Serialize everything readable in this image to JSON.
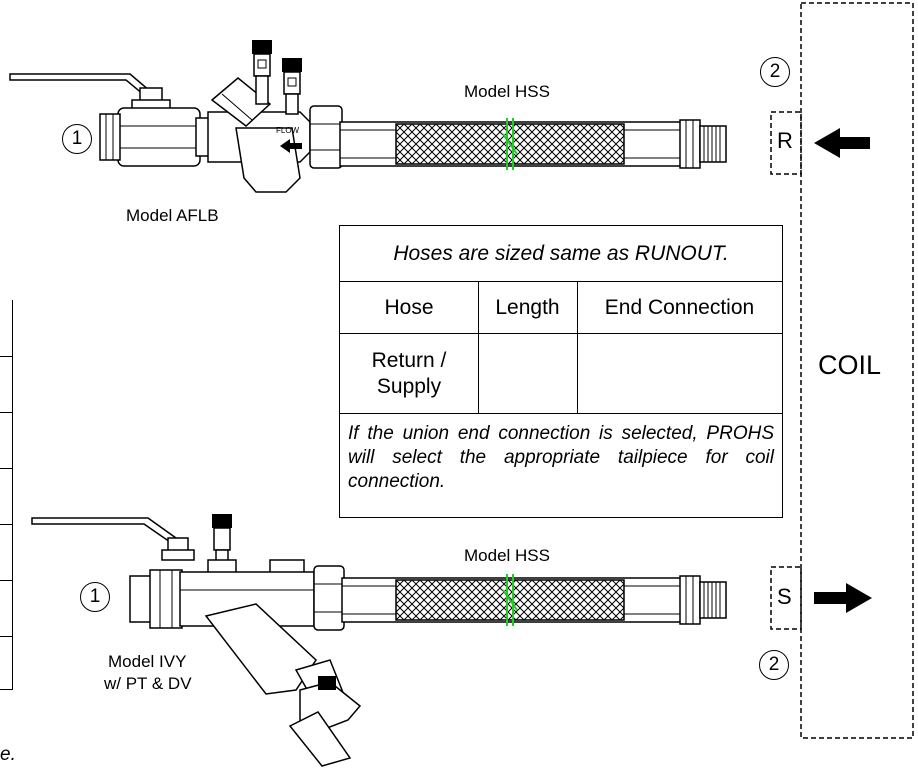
{
  "labels": {
    "model_hss_top": "Model HSS",
    "model_hss_bottom": "Model HSS",
    "model_aflb": "Model AFLB",
    "model_ivy_line1": "Model IVY",
    "model_ivy_line2": "w/ PT & DV",
    "flow": "FLOW",
    "coil": "COIL",
    "return_letter": "R",
    "supply_letter": "S",
    "truncated_text": "e."
  },
  "callouts": {
    "valve_top": "1",
    "valve_bottom": "1",
    "hose_top": "2",
    "hose_bottom": "2"
  },
  "notes_table": {
    "title": "Hoses are sized same as RUNOUT.",
    "headers": [
      "Hose",
      "Length",
      "End Connection"
    ],
    "row": {
      "hose_line1": "Return /",
      "hose_line2": "Supply",
      "length": "",
      "end_connection": ""
    },
    "note": "If the union end connection is selected, PROHS will select the appropriate tailpiece for coil connection."
  },
  "colors": {
    "line": "#000000",
    "braid_marker": "#22cc22",
    "background": "#ffffff"
  }
}
